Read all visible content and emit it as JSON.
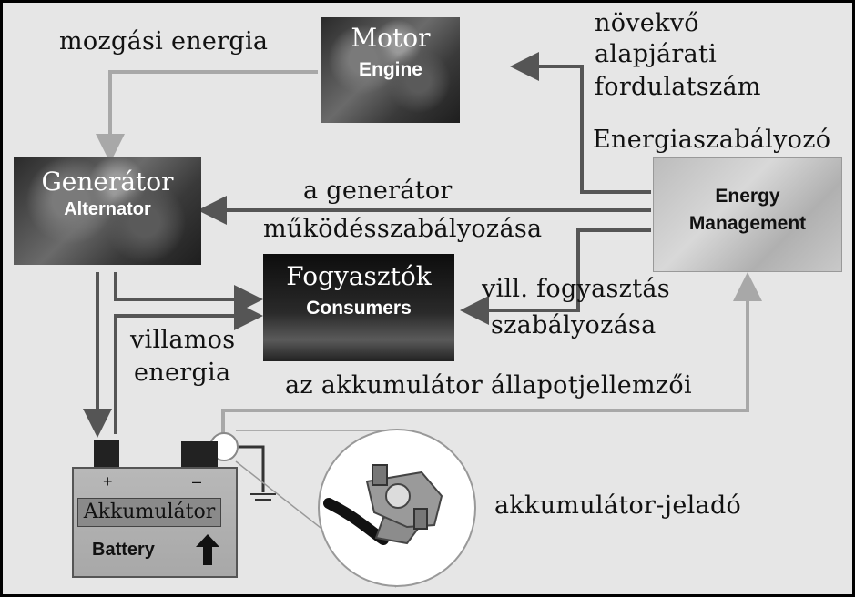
{
  "motor": {
    "title": "Motor",
    "subtitle": "Engine"
  },
  "generator": {
    "title": "Generátor",
    "subtitle": "Alternator"
  },
  "consumers": {
    "title": "Fogyasztók",
    "subtitle": "Consumers"
  },
  "energy_mgmt": {
    "title": "Energiaszabályozó",
    "box_line1": "Energy",
    "box_line2": "Management"
  },
  "battery": {
    "title": "Akkumulátor",
    "subtitle": "Battery",
    "plus": "+",
    "minus": "–"
  },
  "labels": {
    "kinetic_energy": "mozgási energia",
    "idle_speed_line1": "növekvő",
    "idle_speed_line2": "alapjárati",
    "idle_speed_line3": "fordulatszám",
    "gen_control_line1": "a generátor",
    "gen_control_line2": "működésszabályozása",
    "consumption_line1": "vill. fogyasztás",
    "consumption_line2": "szabályozása",
    "electric_line1": "villamos",
    "electric_line2": "energia",
    "battery_state": "az akkumulátor állapotjellemzői",
    "battery_sensor": "akkumulátor-jeladó"
  },
  "colors": {
    "arrow_dark": "#555555",
    "arrow_light": "#a8a8a8",
    "background": "#e6e6e6"
  }
}
